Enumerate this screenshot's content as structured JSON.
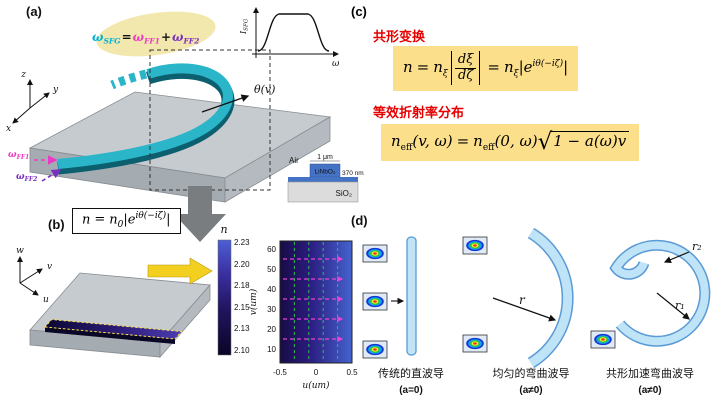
{
  "colors": {
    "equation_highlight": "#fbdf8b",
    "heading_red": "#e60000",
    "waveguide_teal": "#2ab5c9",
    "waveguide_light_blue": "#bfe3f7",
    "waveguide_blue_stroke": "#5b9bd5",
    "linbo3_blue": "#4472c4",
    "omega_sfg_color": "#00b3d6",
    "omega_ff1_color": "#e93cc6",
    "omega_ff2_color": "#7a2fc2"
  },
  "panel_a": {
    "label": "(a)",
    "pump_eq": {
      "w1": "ω",
      "s1": "SFG",
      "op1": "=",
      "w2": "ω",
      "s2": "FF1",
      "op2": "+",
      "w3": "ω",
      "s3": "FF2"
    },
    "axes": {
      "z": "z",
      "y": "y",
      "x": "x"
    },
    "theta_label": "θ(v)",
    "input1": {
      "sym": "ω",
      "sub": "FF1"
    },
    "input2": {
      "sym": "ω",
      "sub": "FF2"
    },
    "inset": {
      "ylabel": "I",
      "ylabel_sub": "SFG",
      "xlabel": "ω"
    },
    "cross_section": {
      "air": "Air",
      "width": "1 μm",
      "core": "LiNbO₃",
      "thickness": "370 nm",
      "substrate": "SiO₂"
    }
  },
  "panel_b": {
    "label": "(b)",
    "equation": {
      "n": "n",
      "eq": "=",
      "n0": "n",
      "sub0": "0",
      "open": "|",
      "e": "e",
      "exp": "iθ(−iζ)",
      "close": "|"
    },
    "axes": {
      "w": "w",
      "v": "v",
      "u": "u"
    },
    "colorbar": {
      "title": "n",
      "ticks": [
        "2.23",
        "2.20",
        "2.18",
        "2.15",
        "2.13",
        "2.10"
      ]
    },
    "map": {
      "ylabel": "v(um)",
      "yticks": [
        "60",
        "50",
        "40",
        "30",
        "20",
        "10"
      ],
      "xlabel": "u(um)",
      "xticks": [
        "-0.5",
        "0",
        "0.5"
      ]
    }
  },
  "panel_c": {
    "label": "(c)",
    "heading1": "共形变换",
    "eq1": {
      "n": "n",
      "eq1": "=",
      "n2": "n",
      "sub2": "ξ",
      "num": "dξ",
      "den": "dζ",
      "eq2": "=",
      "n3": "n",
      "sub3": "ξ",
      "bar1": "|",
      "e": "e",
      "exp": "iθ(−iζ)",
      "bar2": "|"
    },
    "heading2": "等效折射率分布",
    "eq2": {
      "n1": "n",
      "sub1": "eff",
      "args1": "(v, ω)",
      "eq": "=",
      "n2": "n",
      "sub2": "eff",
      "args2": "(0, ω)",
      "sqrt": "√",
      "radicand": "1 − a(ω)v"
    }
  },
  "panel_d": {
    "label": "(d)",
    "items": [
      {
        "caption": "传统的直波导",
        "param": "(a=0)"
      },
      {
        "caption": "均匀的弯曲波导",
        "param": "(a≠0)",
        "radius": "r"
      },
      {
        "caption": "共形加速弯曲波导",
        "param": "(a≠0)",
        "radius1": "r₁",
        "radius2": "r₂"
      }
    ]
  }
}
